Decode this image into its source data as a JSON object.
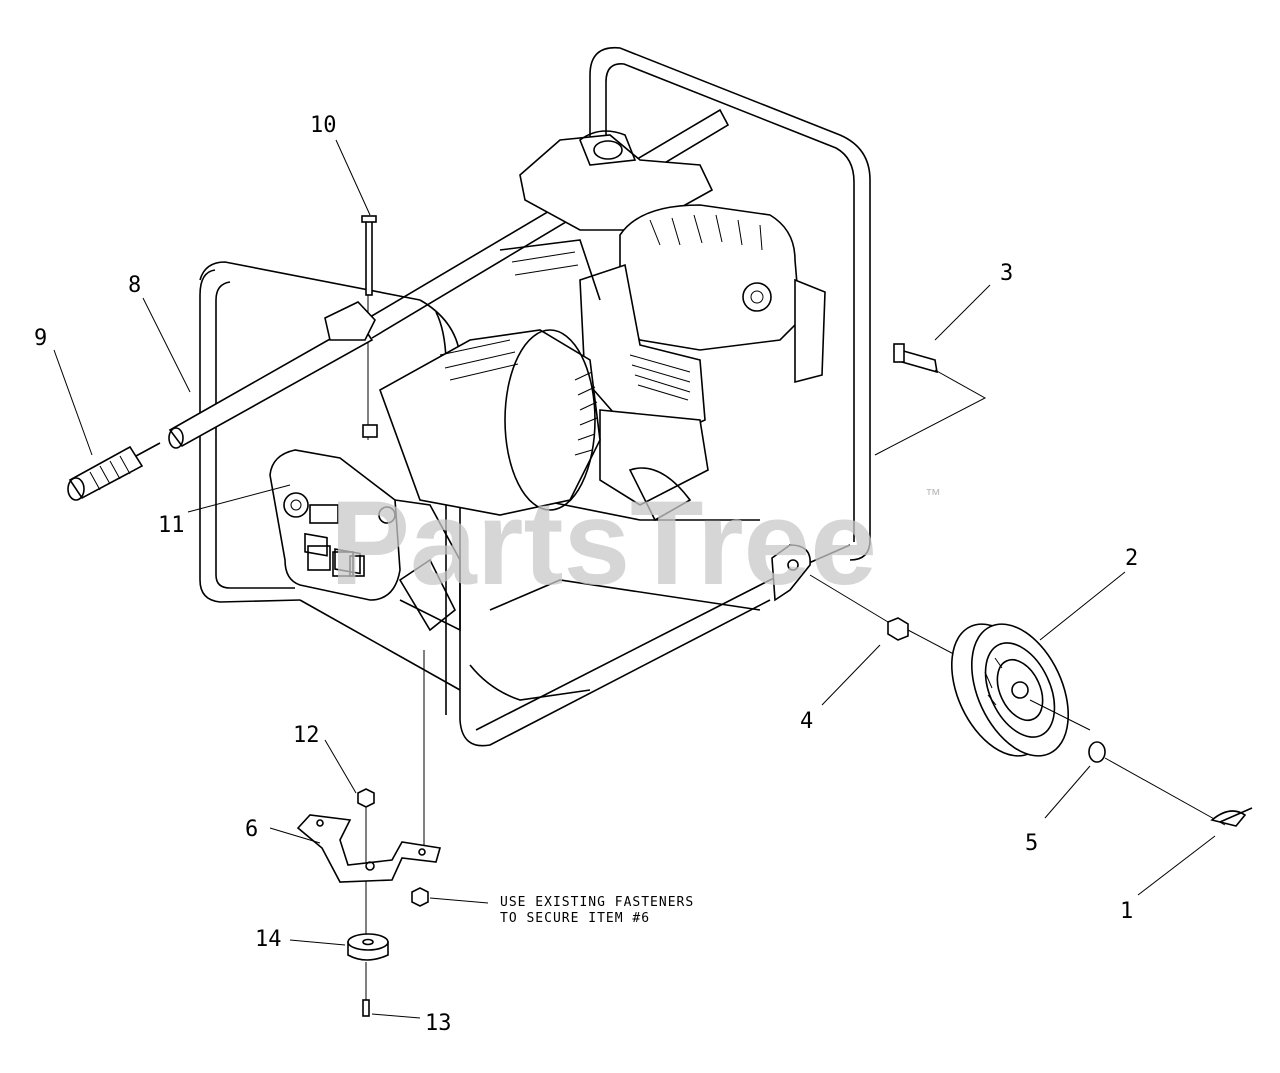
{
  "watermark": {
    "text": "PartsTree",
    "trademark": "™",
    "color": "#c8c8c8"
  },
  "callouts": [
    {
      "id": "c10",
      "label": "10"
    },
    {
      "id": "c8",
      "label": "8"
    },
    {
      "id": "c9",
      "label": "9"
    },
    {
      "id": "c3",
      "label": "3"
    },
    {
      "id": "c11",
      "label": "11"
    },
    {
      "id": "c2",
      "label": "2"
    },
    {
      "id": "c4",
      "label": "4"
    },
    {
      "id": "c12",
      "label": "12"
    },
    {
      "id": "c5",
      "label": "5"
    },
    {
      "id": "c6",
      "label": "6"
    },
    {
      "id": "c1",
      "label": "1"
    },
    {
      "id": "c14",
      "label": "14"
    },
    {
      "id": "c13",
      "label": "13"
    }
  ],
  "note": {
    "line1": "USE EXISTING FASTENERS",
    "line2": "TO SECURE ITEM #6"
  }
}
